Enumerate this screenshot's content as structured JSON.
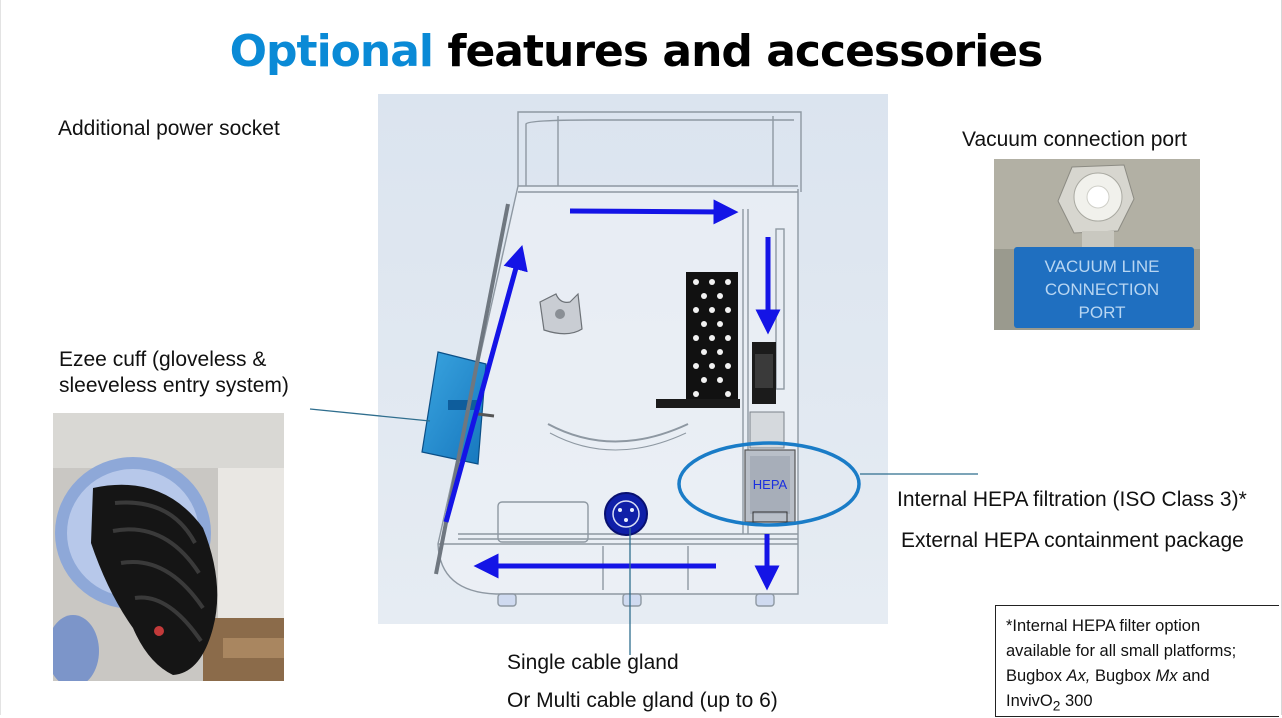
{
  "title": {
    "accent": "Optional",
    "rest": "features and accessories"
  },
  "labels": {
    "power_socket": "Additional power socket",
    "vacuum_port": "Vacuum connection port",
    "ezee_line1": "Ezee cuff (gloveless &",
    "ezee_line2": "sleeveless entry system)",
    "hepa_internal": "Internal HEPA filtration (ISO Class 3)*",
    "hepa_external": "External HEPA containment package",
    "single_gland": "Single cable gland",
    "multi_gland": "Or Multi cable gland (up to 6)"
  },
  "diagram": {
    "hepa_box_text": "HEPA"
  },
  "vacuum_photo": {
    "line1": "VACUUM LINE",
    "line2": "CONNECTION",
    "line3": "PORT"
  },
  "footnote": {
    "line1": "*Internal HEPA filter option",
    "line2": "available for all small platforms;",
    "line3_a": "Bugbox ",
    "line3_b": "Ax,",
    "line3_c": " Bugbox ",
    "line3_d": "Mx",
    "line3_e": " and",
    "line4_a": "InvivO",
    "line4_sub": "2",
    "line4_b": " 300"
  },
  "colors": {
    "accent": "#0a8ad6",
    "flow_arrow": "#1414e6",
    "callout_ellipse": "#1a7cc7",
    "leader_line": "#2f6e8e"
  }
}
